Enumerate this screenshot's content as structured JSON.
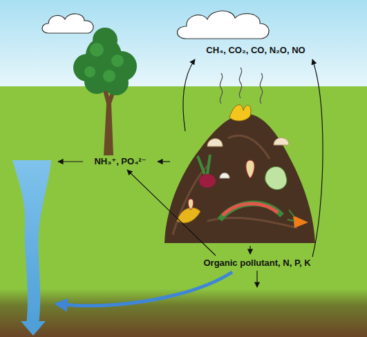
{
  "diagram": {
    "labels": [
      "CH₄, CO₂, CO, N₂O, NO",
      "NH₃⁺, PO₄²⁻",
      "Organic pollutant, N, P, K"
    ]
  }
}
